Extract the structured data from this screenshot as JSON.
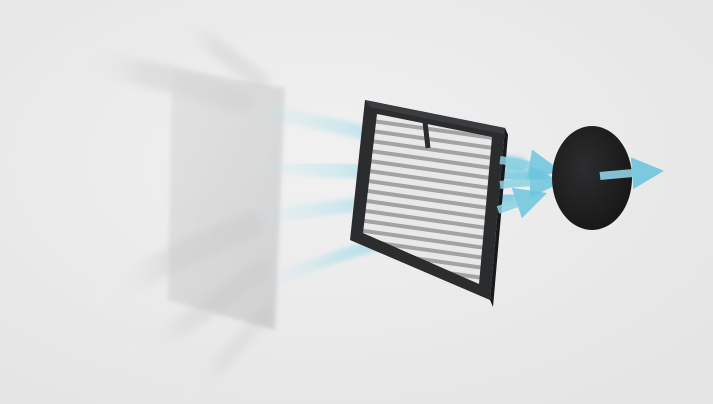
{
  "scene": {
    "subject": "three-stage-air-filtration-illustration",
    "stages": [
      "pre-filter",
      "hepa-filter",
      "carbon-filter"
    ],
    "colors": {
      "background": "#ececec",
      "airflow_gray": "#dcdcdc",
      "airflow_blue": "#8fd3e3",
      "arrow_blue": "#6ec6de",
      "hepa_frame": "#2b2c2e",
      "hepa_pleat_light": "#e8e8e8",
      "hepa_pleat_dark": "#9a9a9a",
      "prefilter": "#cfcfcf",
      "carbon": "#1f1f21"
    }
  }
}
